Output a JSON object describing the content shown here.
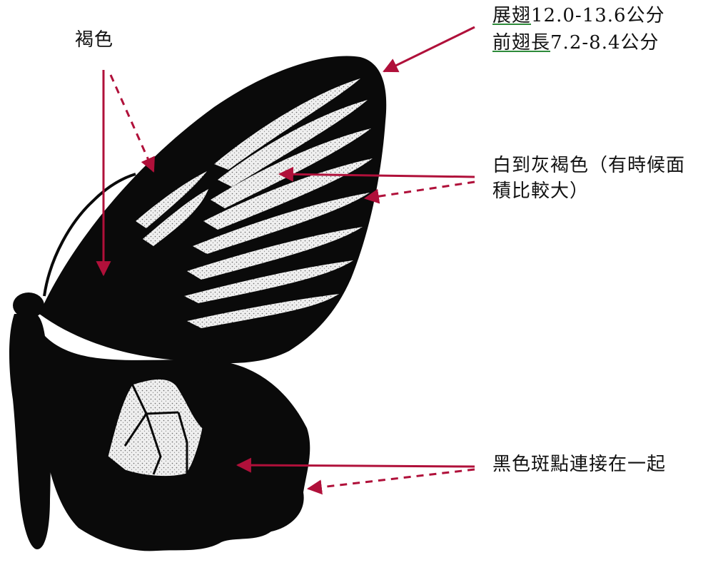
{
  "labels": {
    "forewing_base_color": "褐色",
    "wingspan_term": "展翅",
    "wingspan_value": "12.0-13.6公分",
    "forewing_length_term": "前翅長",
    "forewing_length_value": "7.2-8.4公分",
    "stripes_line1": "白到灰褐色（有時候面",
    "stripes_line2": "積比較大）",
    "hindwing_spots": "黑色斑點連接在一起"
  },
  "colors": {
    "arrow": "#b0103a",
    "wing": "#0a0a0a",
    "stripe": "#f2f2f2",
    "underline": "#2e8b3a"
  }
}
